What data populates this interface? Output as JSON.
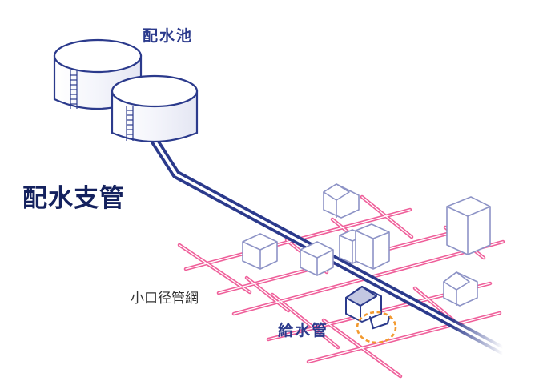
{
  "labels": {
    "reservoir": "配水池",
    "distribution_branch": "配水支管",
    "small_diameter_network": "小口径管網",
    "service_pipe": "給水管"
  },
  "colors": {
    "reservoir_label": "#2b3a8c",
    "branch_label": "#14215e",
    "small_network_label": "#333333",
    "service_label": "#2b3a8c",
    "main_pipe": "#2b3a8c",
    "small_pipes": "#ef5f9a",
    "outline": "#8d93c6",
    "highlight_circle": "#f39a2f"
  }
}
